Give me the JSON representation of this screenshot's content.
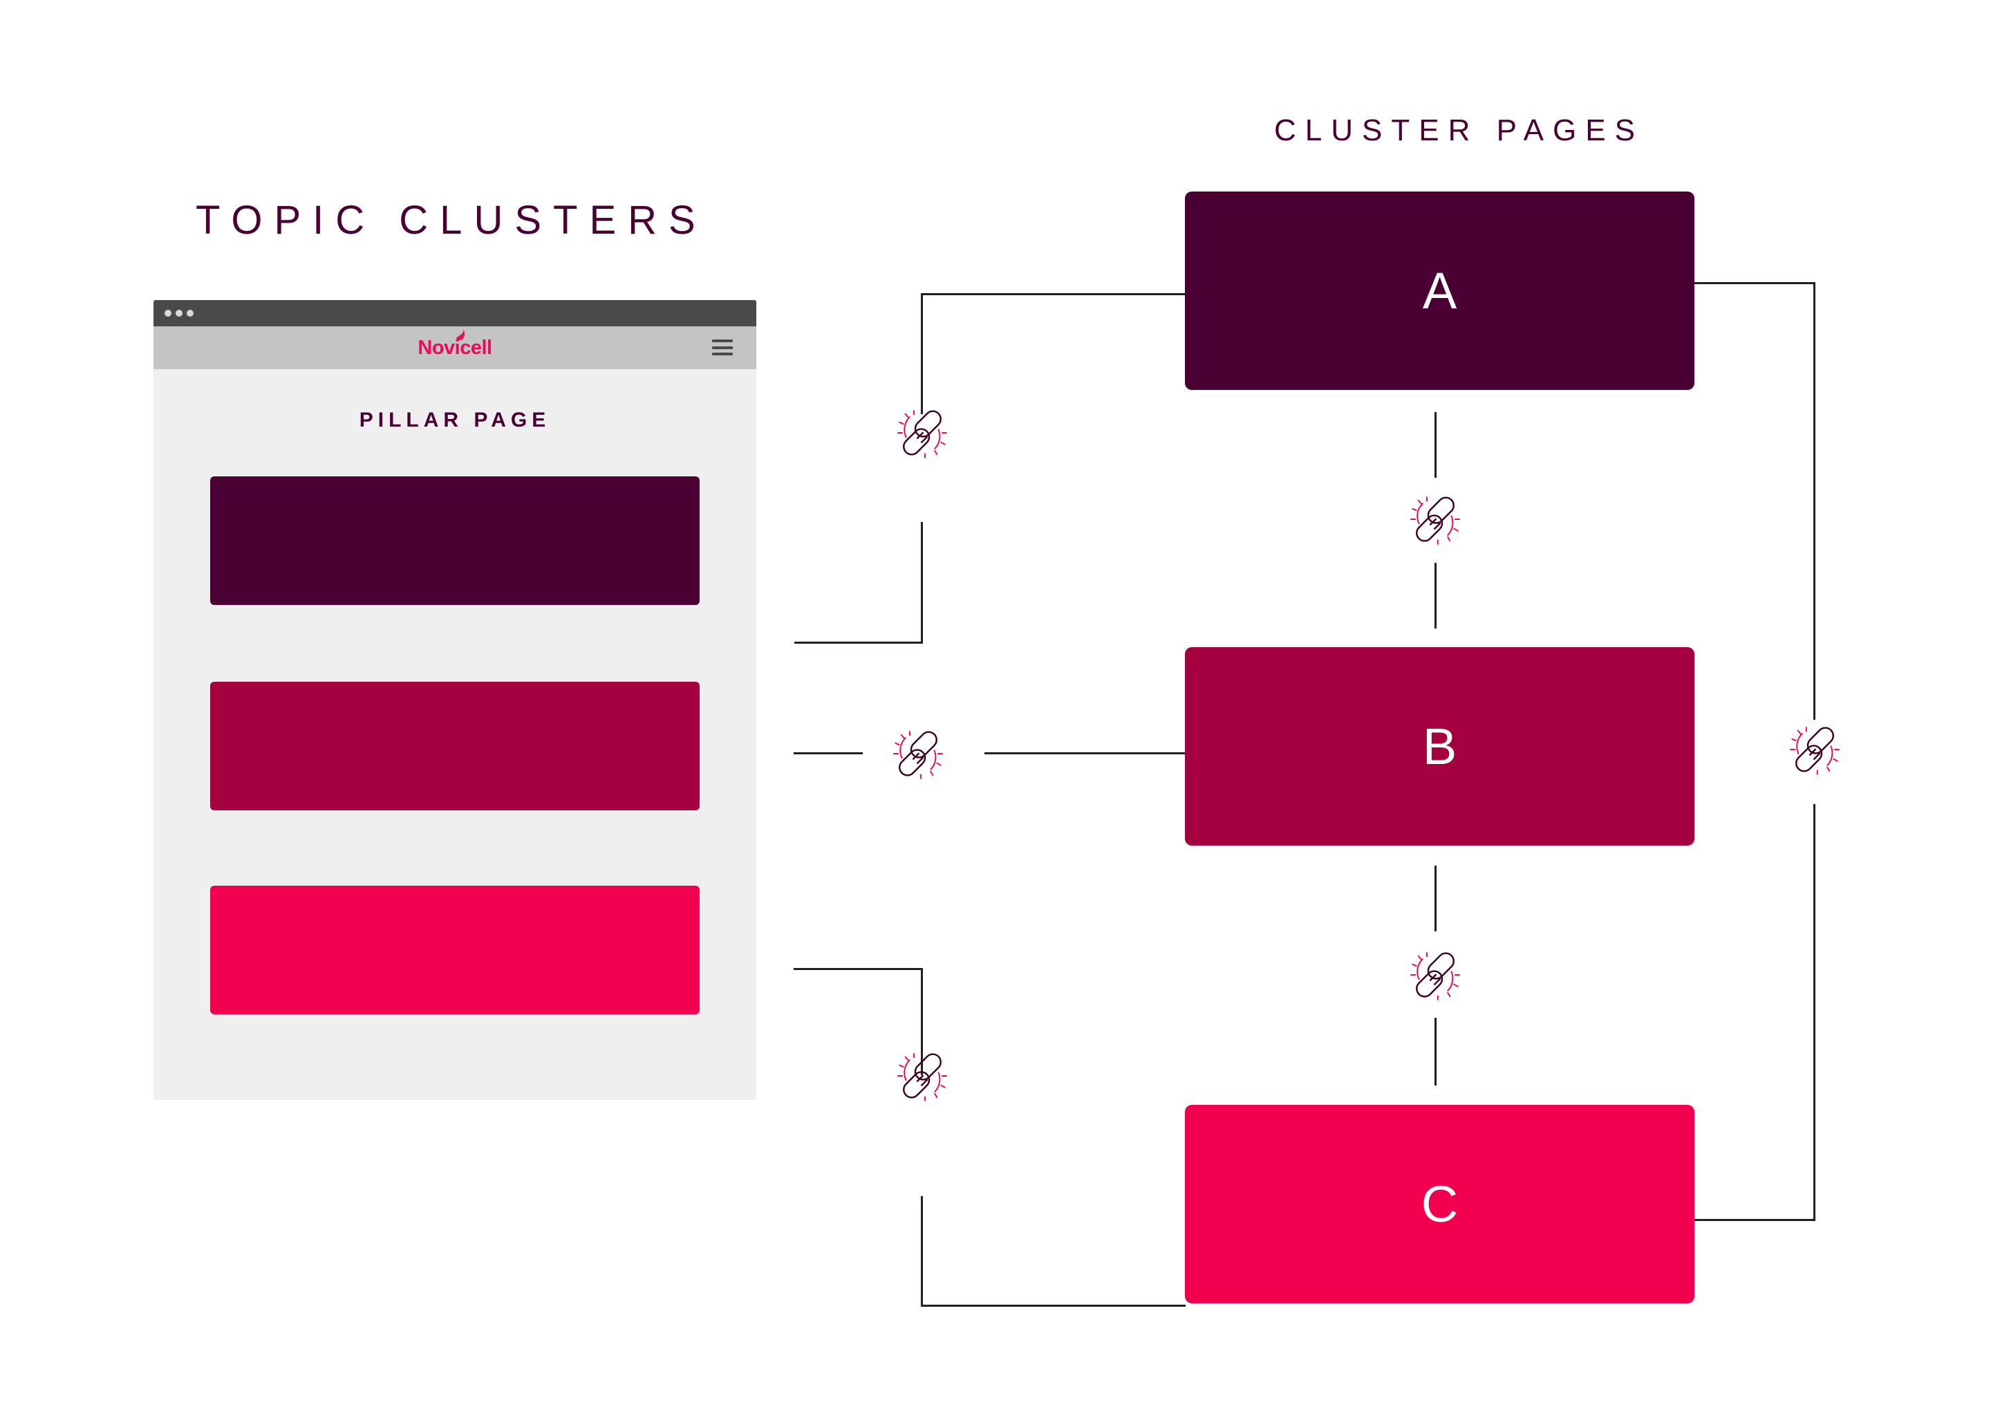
{
  "headings": {
    "topic_clusters": "TOPIC CLUSTERS",
    "cluster_pages": "CLUSTER PAGES"
  },
  "browser": {
    "logo_text": "Novicell",
    "pillar_page_title": "PILLAR PAGE",
    "dots_count": 3,
    "blocks": [
      {
        "id": "pillar-block-1",
        "color": "#4A0033"
      },
      {
        "id": "pillar-block-2",
        "color": "#A50140"
      },
      {
        "id": "pillar-block-3",
        "color": "#F0004F"
      }
    ]
  },
  "cluster_boxes": [
    {
      "label": "A",
      "color": "#4A0033"
    },
    {
      "label": "B",
      "color": "#A50140"
    },
    {
      "label": "C",
      "color": "#F0004F"
    }
  ],
  "colors": {
    "dark_purple": "#4A0033",
    "crimson": "#A50140",
    "bright_pink": "#F0004F",
    "accent_pink": "#EC0A5C",
    "line": "#231f20",
    "browser_titlebar": "#4a4a4a",
    "browser_navbar": "#c4c4c4",
    "browser_body": "#efefef",
    "background": "#ffffff"
  },
  "link_icons": [
    {
      "name": "link-icon-pillar-to-a"
    },
    {
      "name": "link-icon-a-to-b"
    },
    {
      "name": "link-icon-pillar-to-b"
    },
    {
      "name": "link-icon-b-to-c"
    },
    {
      "name": "link-icon-pillar-to-c"
    },
    {
      "name": "link-icon-a-to-c"
    }
  ]
}
